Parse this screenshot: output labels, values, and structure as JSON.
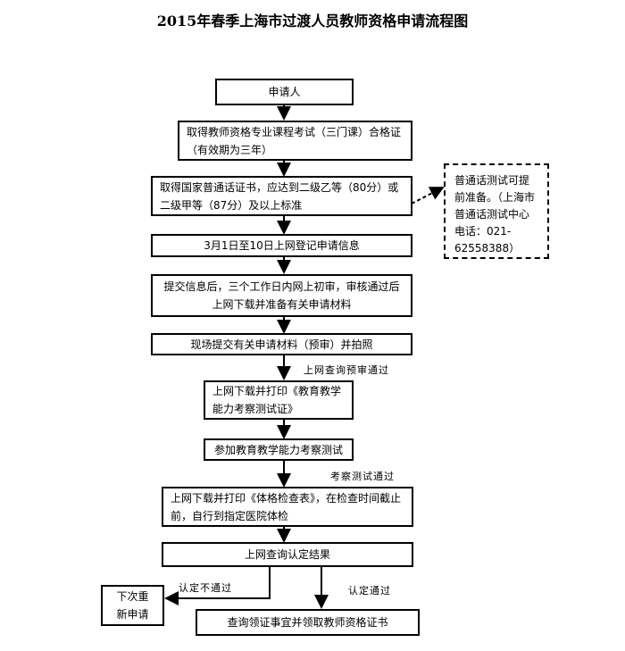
{
  "title": "2015年春季上海市过渡人员教师资格申请流程图",
  "steps": {
    "apply": "申请人",
    "cert": "取得教师资格专业课程考试（三门课）合格证（有效期为三年）",
    "putonghua": "取得国家普通话证书，应达到二级乙等（80分）或二级甲等（87分）及以上标准",
    "register": "3月1日至10日上网登记申请信息",
    "review": "提交信息后，三个工作日内网上初审，审核通过后上网下载并准备有关申请材料",
    "onsite": "现场提交有关申请材料（预审）并拍照",
    "download_ability": "上网下载并打印《教育教学能力考察测试证》",
    "ability_test": "参加教育教学能力考察测试",
    "health": "上网下载并打印《体格检查表》，在检查时间截止前，自行到指定医院体检",
    "result": "上网查询认定结果",
    "reapply": "下次重新申请",
    "collect": "查询领证事宜并领取教师资格证书"
  },
  "note": "普通话测试可提前准备。（上海市普通话测试中心电话：021-62558388）",
  "labels": {
    "prereview_pass": "上网查询预审通过",
    "test_pass": "考察测试通过",
    "not_pass": "认定不通过",
    "pass": "认定通过"
  }
}
